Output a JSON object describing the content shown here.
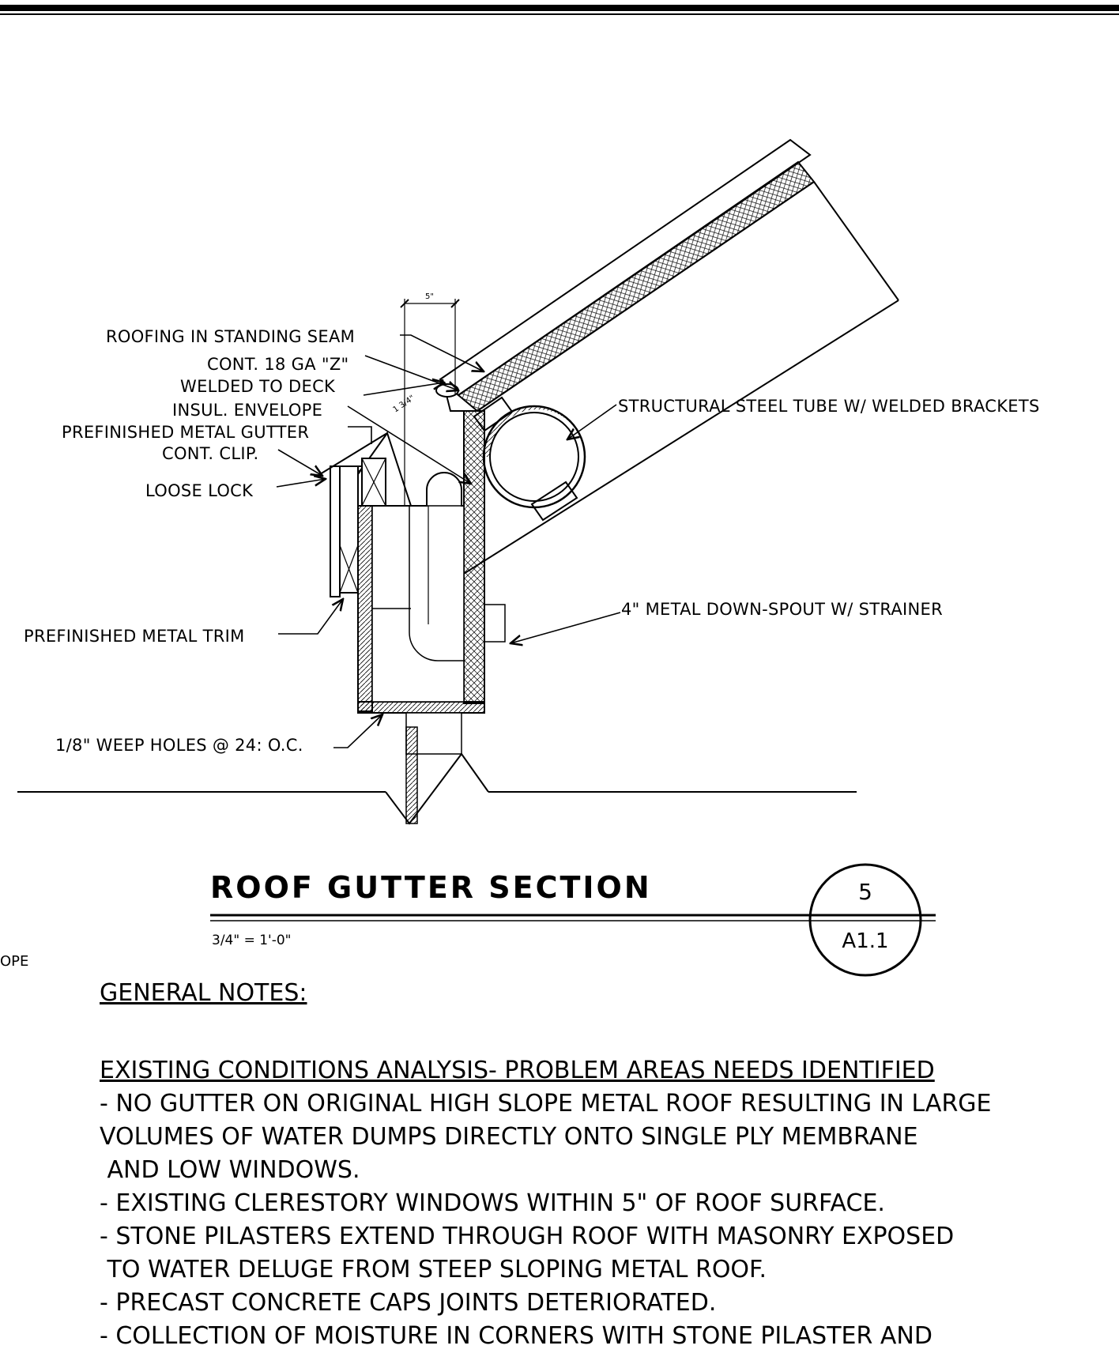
{
  "callouts": {
    "roofing": "ROOFING IN STANDING SEAM",
    "z_clip": "CONT. 18 GA \"Z\"",
    "welded": "WELDED TO DECK",
    "insul": "INSUL. ENVELOPE",
    "gutter": "PREFINISHED METAL GUTTER",
    "clip": "CONT. CLIP.",
    "loose_lock": "LOOSE LOCK",
    "trim": "PREFINISHED METAL TRIM",
    "weep": "1/8\" WEEP HOLES @ 24: O.C.",
    "steel_tube": "STRUCTURAL STEEL TUBE W/ WELDED BRACKETS",
    "downspout": "4\" METAL DOWN-SPOUT W/ STRAINER",
    "dim_5": "5\"",
    "dim_134": "1 3/4\""
  },
  "title_block": {
    "title": "ROOF GUTTER SECTION",
    "scale": "3/4\" = 1'-0\"",
    "detail_number": "5",
    "sheet": "A1.1",
    "edge_fragment": "OPE"
  },
  "notes": {
    "heading": "GENERAL NOTES:",
    "subheading": "EXISTING CONDITIONS ANALYSIS- PROBLEM AREAS NEEDS IDENTIFIED",
    "lines": [
      "- NO GUTTER ON ORIGINAL HIGH SLOPE METAL ROOF RESULTING IN LARGE",
      "VOLUMES OF WATER DUMPS DIRECTLY ONTO SINGLE PLY MEMBRANE",
      " AND LOW WINDOWS.",
      "- EXISTING CLERESTORY WINDOWS WITHIN 5\" OF ROOF SURFACE.",
      "- STONE PILASTERS EXTEND THROUGH ROOF WITH MASONRY EXPOSED",
      " TO WATER DELUGE FROM STEEP SLOPING METAL ROOF.",
      "- PRECAST CONCRETE CAPS JOINTS DETERIORATED.",
      "- COLLECTION OF MOISTURE IN CORNERS WITH STONE PILASTER AND"
    ]
  }
}
